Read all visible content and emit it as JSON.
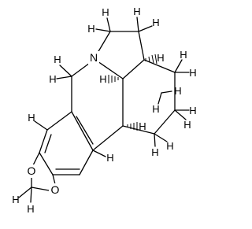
{
  "molecule": {
    "atom_labels": {
      "nitrogen": "N",
      "oxygen_left": "O",
      "oxygen_right": "O"
    },
    "hydrogens": {
      "h_ch2_top_left_a": "H",
      "h_ch2_top_left_b": "H",
      "h_ch2_top_right_a": "H",
      "h_ch2_top_right_b": "H",
      "h_ch2_nc_a": "H",
      "h_ch2_nc_b": "H",
      "h_ring_cyc_a1": "H",
      "h_ring_cyc_a2": "H",
      "h_ring_cyc_b1": "H",
      "h_ring_cyc_b2": "H",
      "h_ring_cyc_c1": "H",
      "h_ring_cyc_c2": "H",
      "h_ring_cyc_d1": "H",
      "h_ring_cyc_d2": "H",
      "h_stereo_top": "H",
      "h_stereo_center": "H",
      "h_stereo_lower": "H",
      "h_aromatic_left": "H",
      "h_aromatic_bottom": "H",
      "h_methylenedioxy_a": "H",
      "h_methylenedioxy_b": "H"
    }
  }
}
